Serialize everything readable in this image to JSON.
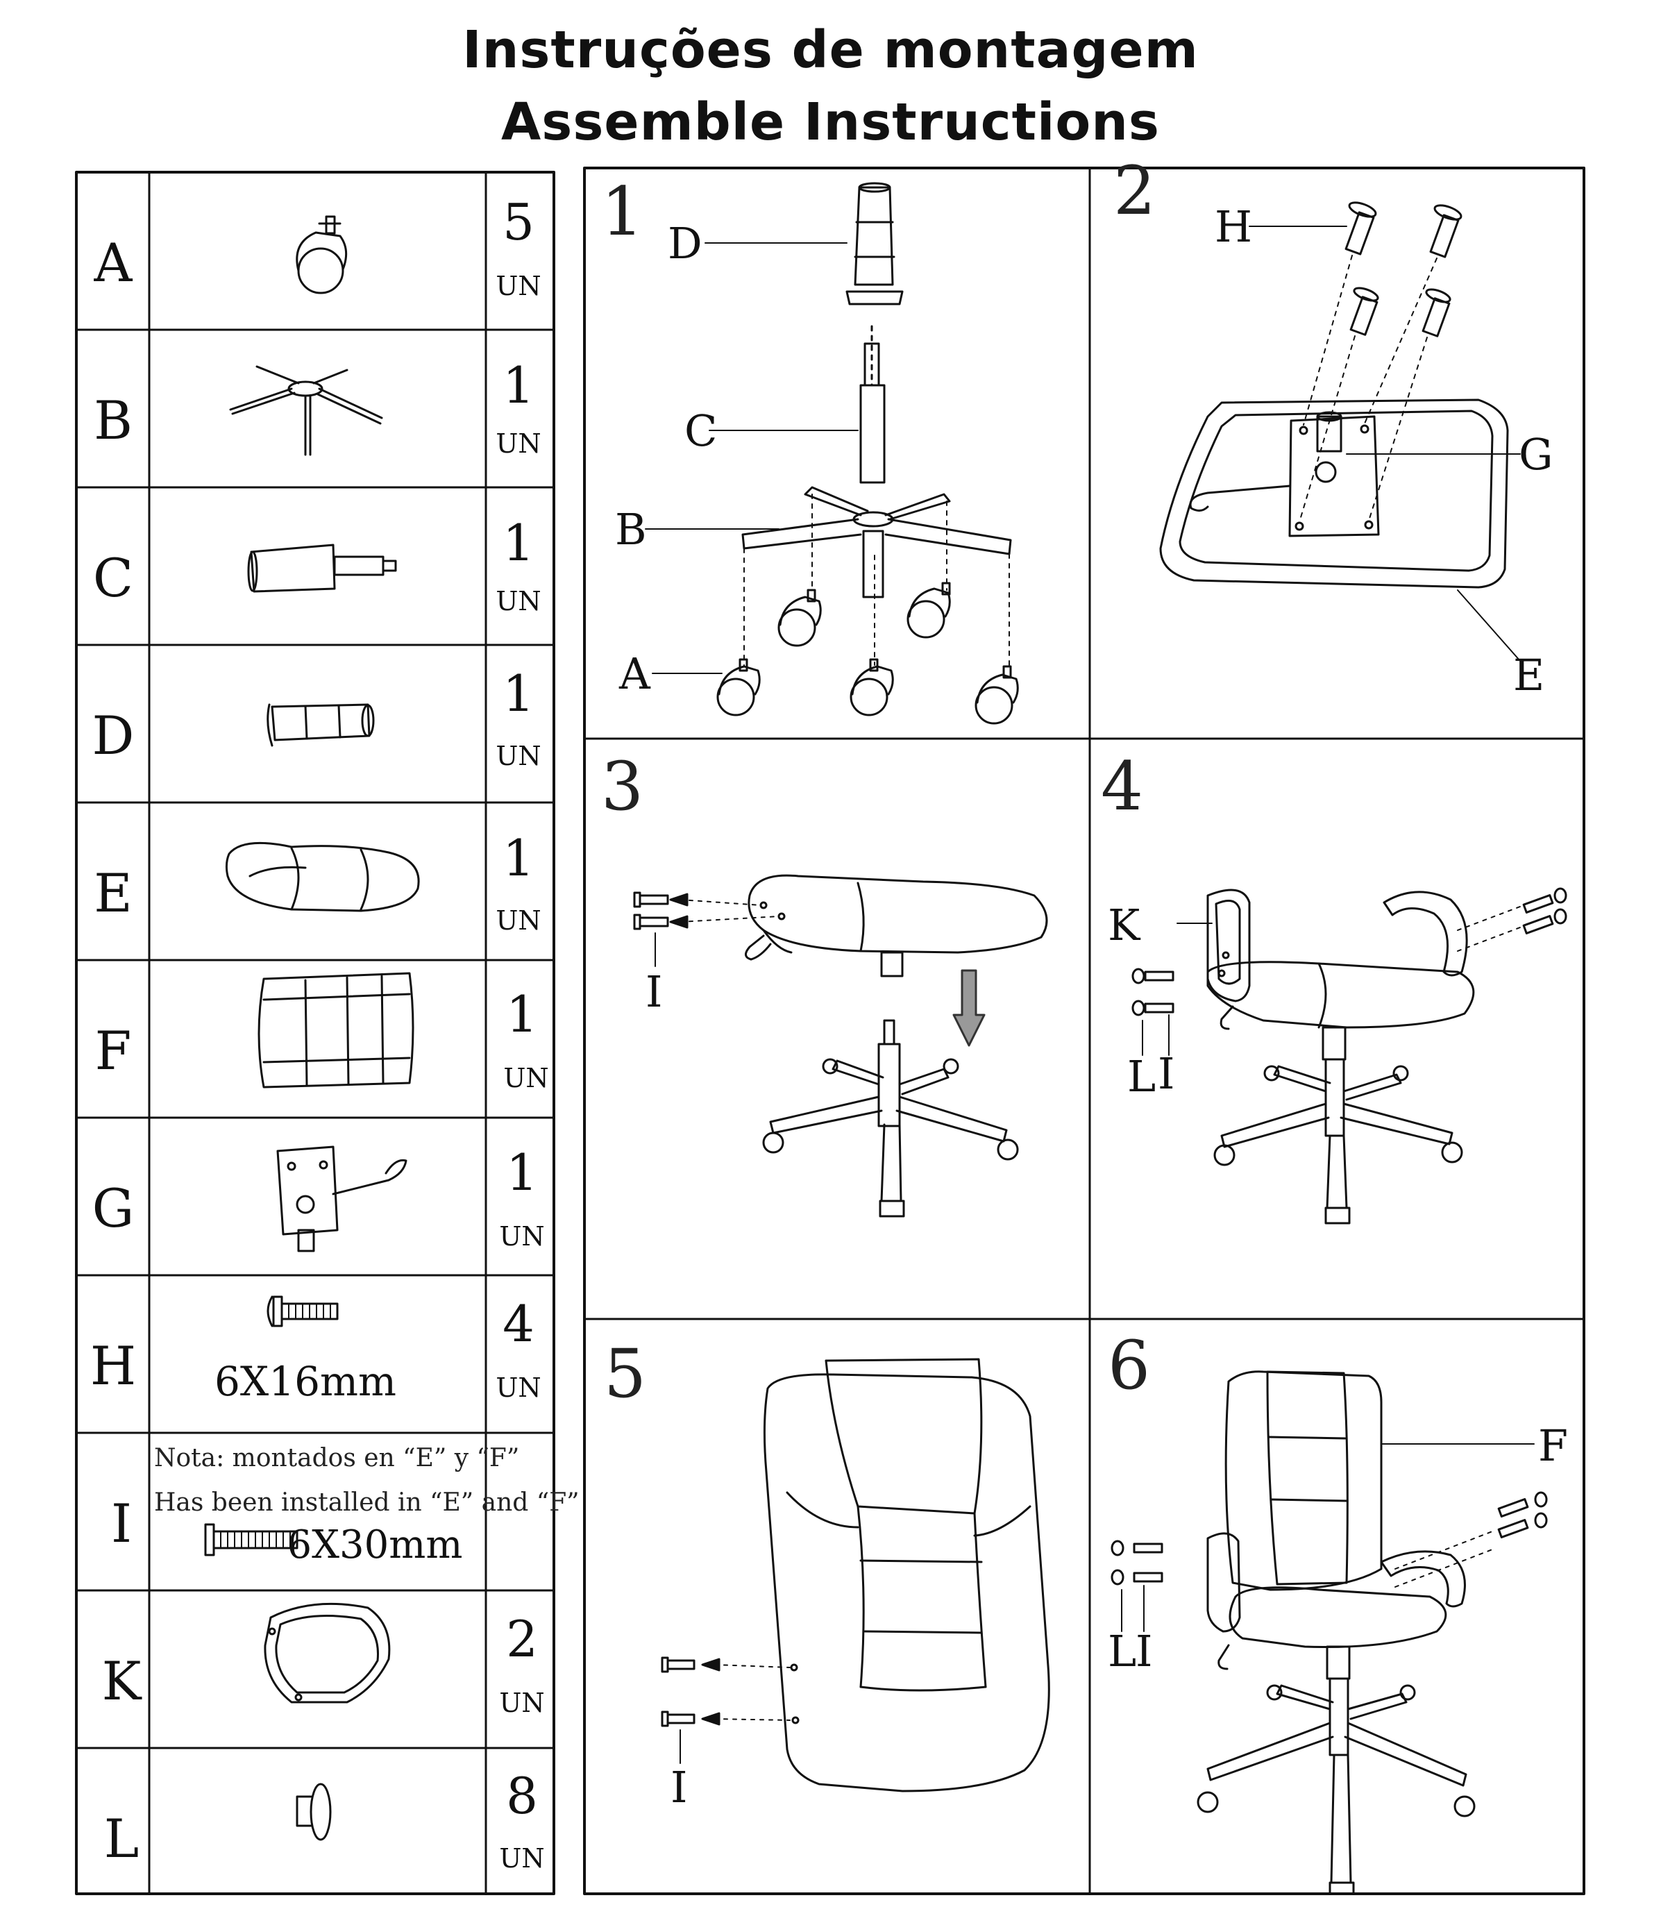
{
  "header": {
    "title_pt": "Instruções de montagem",
    "title_en": "Assemble Instructions"
  },
  "parts": [
    {
      "letter": "A",
      "count": "5",
      "unit": "UN",
      "icon": "caster-wheel-icon"
    },
    {
      "letter": "B",
      "count": "1",
      "unit": "UN",
      "icon": "star-base-icon"
    },
    {
      "letter": "C",
      "count": "1",
      "unit": "UN",
      "icon": "gas-lift-icon"
    },
    {
      "letter": "D",
      "count": "1",
      "unit": "UN",
      "icon": "telescopic-cover-icon"
    },
    {
      "letter": "E",
      "count": "1",
      "unit": "UN",
      "icon": "seat-cushion-icon"
    },
    {
      "letter": "F",
      "count": "1",
      "unit": "UN",
      "icon": "backrest-icon"
    },
    {
      "letter": "G",
      "count": "1",
      "unit": "UN",
      "icon": "tilt-mechanism-icon"
    },
    {
      "letter": "H",
      "count": "4",
      "unit": "UN",
      "icon": "short-bolt-icon",
      "spec": "6X16mm"
    },
    {
      "letter": "I",
      "count": "",
      "unit": "",
      "icon": "long-bolt-icon",
      "spec": "6X30mm",
      "note_es": "Nota: montados en “E” y “F”",
      "note_en": "Has been installed in “E” and “F”"
    },
    {
      "letter": "K",
      "count": "2",
      "unit": "UN",
      "icon": "armrest-icon"
    },
    {
      "letter": "L",
      "count": "8",
      "unit": "UN",
      "icon": "washer-cap-icon"
    }
  ],
  "steps": [
    {
      "number": "1",
      "callouts": [
        "D",
        "C",
        "B",
        "A"
      ]
    },
    {
      "number": "2",
      "callouts": [
        "H",
        "G",
        "E"
      ]
    },
    {
      "number": "3",
      "callouts": [
        "I"
      ]
    },
    {
      "number": "4",
      "callouts": [
        "K",
        "L",
        "I"
      ]
    },
    {
      "number": "5",
      "callouts": [
        "I"
      ]
    },
    {
      "number": "6",
      "callouts": [
        "F",
        "L",
        "I"
      ]
    }
  ]
}
